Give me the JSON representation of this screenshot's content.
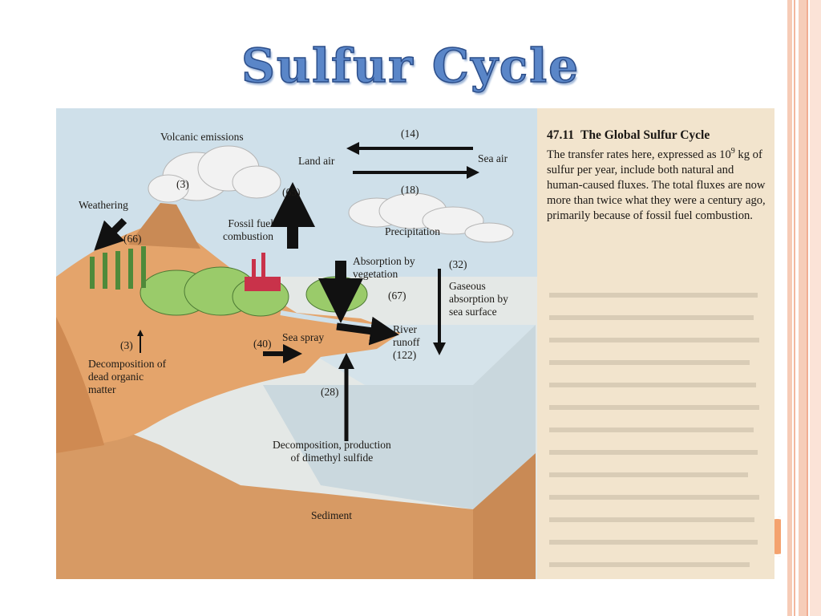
{
  "slide": {
    "title": "Sulfur Cycle"
  },
  "figure": {
    "caption": {
      "number": "47.11",
      "heading": "The Global Sulfur Cycle",
      "text_before_exp": "The transfer rates here, expressed as 10",
      "exponent": "9",
      "text_after_exp": " kg of sulfur per year, include both natural and human-caused fluxes. The total fluxes are now more than twice what they were a century ago, primarily because of fossil fuel combustion."
    },
    "labels": {
      "volcanic_emissions": "Volcanic emissions",
      "volcanic_value": "(3)",
      "weathering": "Weathering",
      "weathering_value": "(66)",
      "land_air": "Land air",
      "sea_air": "Sea air",
      "land_to_sea_value": "(14)",
      "sea_to_land_value": "(18)",
      "fossil_fuel": "Fossil fuel\ncombustion",
      "fossil_value": "(65)",
      "precipitation": "Precipitation",
      "absorption_vegetation": "Absorption by\nvegetation",
      "vegetation_value": "(67)",
      "gaseous_absorption_value": "(32)",
      "gaseous_absorption": "Gaseous\nabsorption by\nsea surface",
      "river_runoff": "River\nrunoff\n(122)",
      "sea_spray": "Sea spray",
      "sea_spray_value": "(40)",
      "decomposition_value": "(3)",
      "decomposition_dead": "Decomposition of\ndead organic\nmatter",
      "dms_value": "(28)",
      "dms": "Decomposition, production\nof dimethyl sulfide",
      "sediment": "Sediment"
    }
  }
}
